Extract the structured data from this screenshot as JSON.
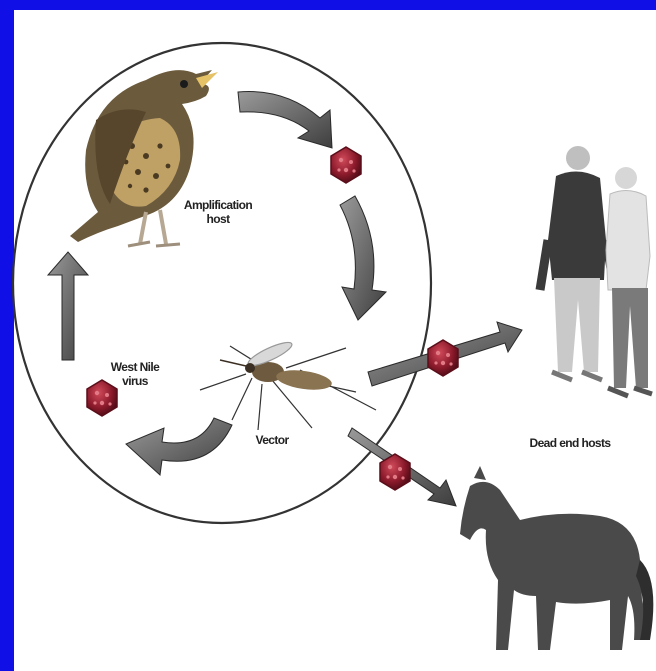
{
  "labels": {
    "amplification_host": "Amplification host",
    "west_nile_virus": "West Nile virus",
    "vector": "Vector",
    "dead_end_hosts": "Dead end hosts"
  },
  "colors": {
    "border": "#1010e6",
    "virus": "#8b1a2b",
    "arrow": "#5a5a5a"
  }
}
